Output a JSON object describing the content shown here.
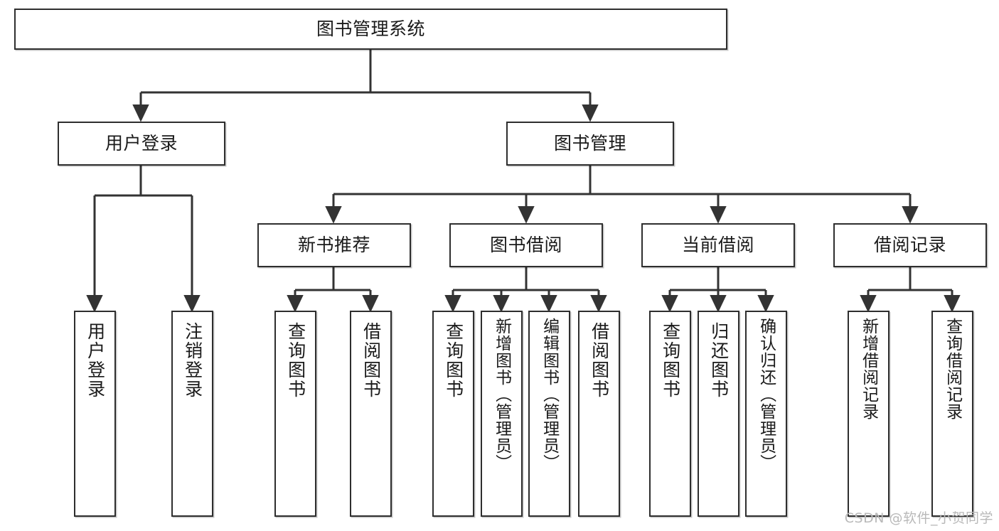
{
  "diagram": {
    "type": "tree-hierarchy",
    "title": "图书管理系统",
    "watermark": "CSDN @软件_小贺同学",
    "colors": {
      "node_border": "#2e2e2e",
      "node_fill": "#ffffff",
      "edge": "#333333",
      "text": "#1a1a1a",
      "watermark": "#b9b9b9"
    },
    "levels": [
      {
        "level": 1,
        "nodes": [
          {
            "id": "root",
            "label": "图书管理系统",
            "orientation": "horizontal"
          }
        ]
      },
      {
        "level": 2,
        "nodes": [
          {
            "id": "login",
            "label": "用户登录",
            "orientation": "horizontal",
            "parent": "root"
          },
          {
            "id": "bookmgmt",
            "label": "图书管理",
            "orientation": "horizontal",
            "parent": "root"
          }
        ]
      },
      {
        "level": 3,
        "nodes": [
          {
            "id": "newbook",
            "label": "新书推荐",
            "orientation": "horizontal",
            "parent": "bookmgmt"
          },
          {
            "id": "borrow",
            "label": "图书借阅",
            "orientation": "horizontal",
            "parent": "bookmgmt"
          },
          {
            "id": "current",
            "label": "当前借阅",
            "orientation": "horizontal",
            "parent": "bookmgmt"
          },
          {
            "id": "records",
            "label": "借阅记录",
            "orientation": "horizontal",
            "parent": "bookmgmt"
          }
        ]
      },
      {
        "level": 4,
        "nodes": [
          {
            "id": "leaf-user-login",
            "label": "用户登录",
            "orientation": "vertical",
            "parent": "login"
          },
          {
            "id": "leaf-logout",
            "label": "注销登录",
            "orientation": "vertical",
            "parent": "login"
          },
          {
            "id": "leaf-query-book-1",
            "label": "查询图书",
            "orientation": "vertical",
            "parent": "newbook"
          },
          {
            "id": "leaf-borrow-book-1",
            "label": "借阅图书",
            "orientation": "vertical",
            "parent": "newbook"
          },
          {
            "id": "leaf-query-book-2",
            "label": "查询图书",
            "orientation": "vertical",
            "parent": "borrow"
          },
          {
            "id": "leaf-add-book",
            "label": "新增图书（管理员）",
            "orientation": "vertical",
            "parent": "borrow"
          },
          {
            "id": "leaf-edit-book",
            "label": "编辑图书（管理员）",
            "orientation": "vertical",
            "parent": "borrow"
          },
          {
            "id": "leaf-borrow-book-2",
            "label": "借阅图书",
            "orientation": "vertical",
            "parent": "borrow"
          },
          {
            "id": "leaf-query-book-3",
            "label": "查询图书",
            "orientation": "vertical",
            "parent": "current"
          },
          {
            "id": "leaf-return-book",
            "label": "归还图书",
            "orientation": "vertical",
            "parent": "current"
          },
          {
            "id": "leaf-confirm-return",
            "label": "确认归还（管理员）",
            "orientation": "vertical",
            "parent": "current"
          },
          {
            "id": "leaf-add-record",
            "label": "新增借阅记录",
            "orientation": "vertical",
            "parent": "records"
          },
          {
            "id": "leaf-query-record",
            "label": "查询借阅记录",
            "orientation": "vertical",
            "parent": "records"
          }
        ]
      }
    ]
  }
}
